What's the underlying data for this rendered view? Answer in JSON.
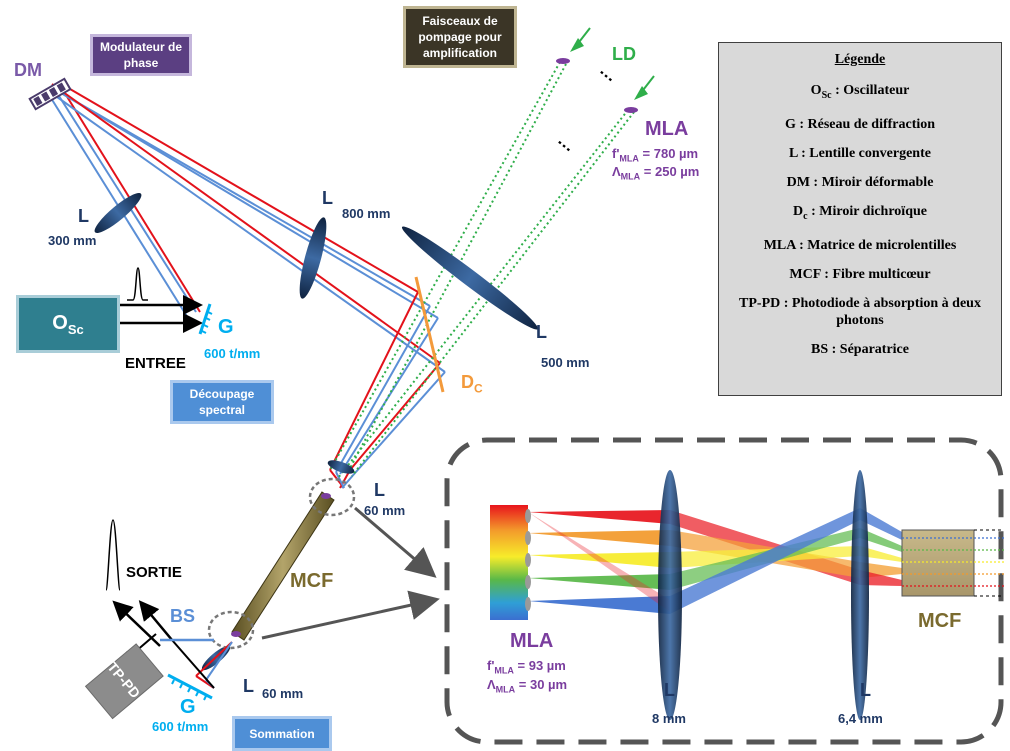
{
  "diagram": {
    "boxes": {
      "modulator": "Modulateur de phase",
      "pump": "Faisceaux de pompage pour amplification",
      "osc_main": "O",
      "osc_sub": "Sc",
      "spectral_cut": "Découpage spectral",
      "summation": "Sommation",
      "tppd": "TP-PD"
    },
    "labels": {
      "dm": "DM",
      "ld": "LD",
      "dots": "⋮",
      "mla_top": "MLA",
      "f_mla_top_prefix": "f'",
      "f_mla_top_sub": "MLA",
      "f_mla_top_value": " = 780 µm",
      "lambda_mla_top_prefix": "Λ",
      "lambda_mla_top_sub": "MLA",
      "lambda_mla_top_value": " = 250 µm",
      "l_300": "L",
      "l_300_focal": "300 mm",
      "l_800": "L",
      "l_800_focal": "800 mm",
      "l_500": "L",
      "l_500_focal": "500 mm",
      "g_top": "G",
      "g_top_grating": "600 t/mm",
      "entree": "ENTREE",
      "dc_main": "D",
      "dc_sub": "C",
      "l_60_top": "L",
      "l_60_top_focal": "60 mm",
      "mcf_main": "MCF",
      "sortie": "SORTIE",
      "bs": "BS",
      "g_bottom": "G",
      "g_bottom_grating": "600 t/mm",
      "l_60_bottom": "L",
      "l_60_bottom_focal": "60 mm",
      "mla_bottom": "MLA",
      "f_mla_bottom_prefix": "f'",
      "f_mla_bottom_sub": "MLA",
      "f_mla_bottom_value": " = 93 µm",
      "lambda_mla_bottom_prefix": "Λ",
      "lambda_mla_bottom_sub": "MLA",
      "lambda_mla_bottom_value": " = 30 µm",
      "l_8": "L",
      "l_8_focal": "8 mm",
      "l_64": "L",
      "l_64_focal": "6,4 mm",
      "mcf_inset": "MCF"
    },
    "legend": {
      "title": "Légende",
      "rows": [
        {
          "main": "O",
          "sub": "Sc",
          "text": " : Oscillateur"
        },
        {
          "main": "G",
          "sub": "",
          "text": " : Réseau de diffraction"
        },
        {
          "main": "L",
          "sub": "",
          "text": " : Lentille convergente"
        },
        {
          "main": "DM",
          "sub": "",
          "text": " : Miroir déformable"
        },
        {
          "main": "D",
          "sub": "c",
          "text": " : Miroir dichroïque"
        },
        {
          "main": "MLA",
          "sub": "",
          "text": " : Matrice de microlentilles"
        },
        {
          "main": "MCF",
          "sub": "",
          "text": " : Fibre multicœur"
        },
        {
          "main": "TP-PD",
          "sub": "",
          "text": " : Photodiode à absorption à deux photons"
        },
        {
          "main": "BS",
          "sub": "",
          "text": " : Séparatrice"
        }
      ]
    },
    "colors": {
      "red_beam": "#e3121b",
      "blue_beam": "#5b8fd6",
      "green_pump": "#2fae4a",
      "lens": "#1f3a63",
      "purple": "#7a3d9e",
      "navy": "#1f3864",
      "cyan": "#00aeef",
      "orange": "#f39a3b",
      "olive": "#7a6a2e",
      "modulator_box": "#5b3f82",
      "pump_box": "#3b3526",
      "osc_box": "#2f7f8f",
      "cut_box": "#4f8fd6",
      "legend_bg": "#d9d9d9"
    }
  }
}
